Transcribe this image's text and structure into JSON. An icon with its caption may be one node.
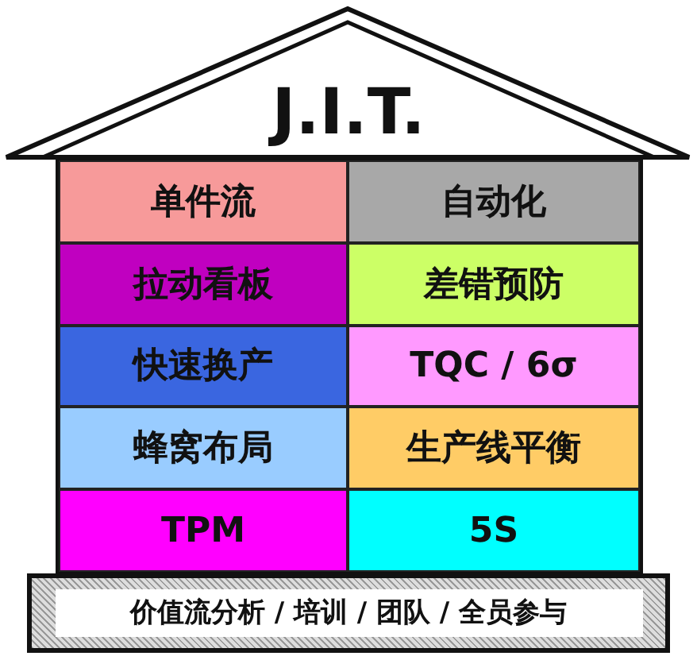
{
  "diagram": {
    "nodes": [
      {
        "text": [
          "J.I.T."
        ]
      },
      {
        "text": [
          "单件流"
        ]
      },
      {
        "text": [
          "自动化"
        ]
      },
      {
        "text": [
          "拉动看板"
        ]
      },
      {
        "text": [
          "差错预防"
        ]
      },
      {
        "text": [
          "快速换产"
        ]
      },
      {
        "text": [
          "TQC / 6σ"
        ]
      },
      {
        "text": [
          "蜂窝布局"
        ]
      },
      {
        "text": [
          "生产线平衡"
        ]
      },
      {
        "text": [
          "TPM"
        ]
      },
      {
        "text": [
          "5S"
        ]
      },
      {
        "text": [
          "价值流分析 / 培训 / 团队 / 全员参与"
        ]
      }
    ]
  }
}
